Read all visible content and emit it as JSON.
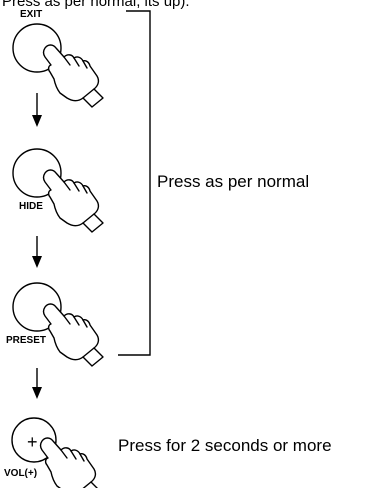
{
  "top_fragment": "Press as per normal, its up).",
  "steps": [
    {
      "label": "EXIT"
    },
    {
      "label": "HIDE"
    },
    {
      "label": "PRESET"
    },
    {
      "label": "VOL(+)",
      "symbol": "+"
    }
  ],
  "notes": {
    "group": "Press as per normal",
    "hold": "Press for 2 seconds or more"
  }
}
